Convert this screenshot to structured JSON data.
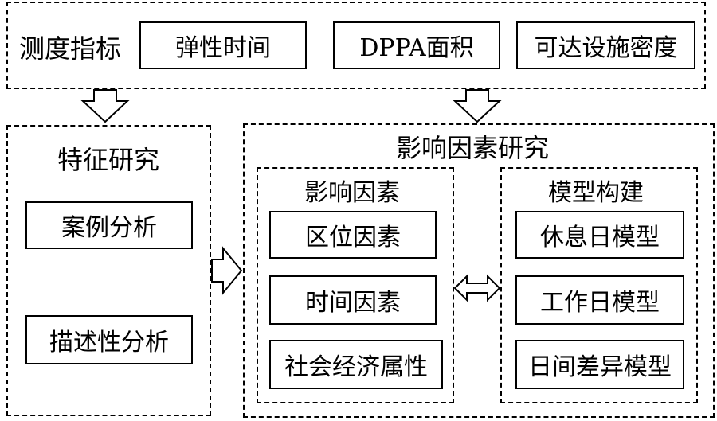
{
  "metrics": {
    "label": "测度指标",
    "items": [
      "弹性时间",
      "DPPA面积",
      "可达设施密度"
    ]
  },
  "feature_study": {
    "title": "特征研究",
    "items": [
      "案例分析",
      "描述性分析"
    ]
  },
  "influence_study": {
    "title": "影响因素研究",
    "factors": {
      "title": "影响因素",
      "items": [
        "区位因素",
        "时间因素",
        "社会经济属性"
      ]
    },
    "models": {
      "title": "模型构建",
      "items": [
        "休息日模型",
        "工作日模型",
        "日间差异模型"
      ]
    }
  }
}
